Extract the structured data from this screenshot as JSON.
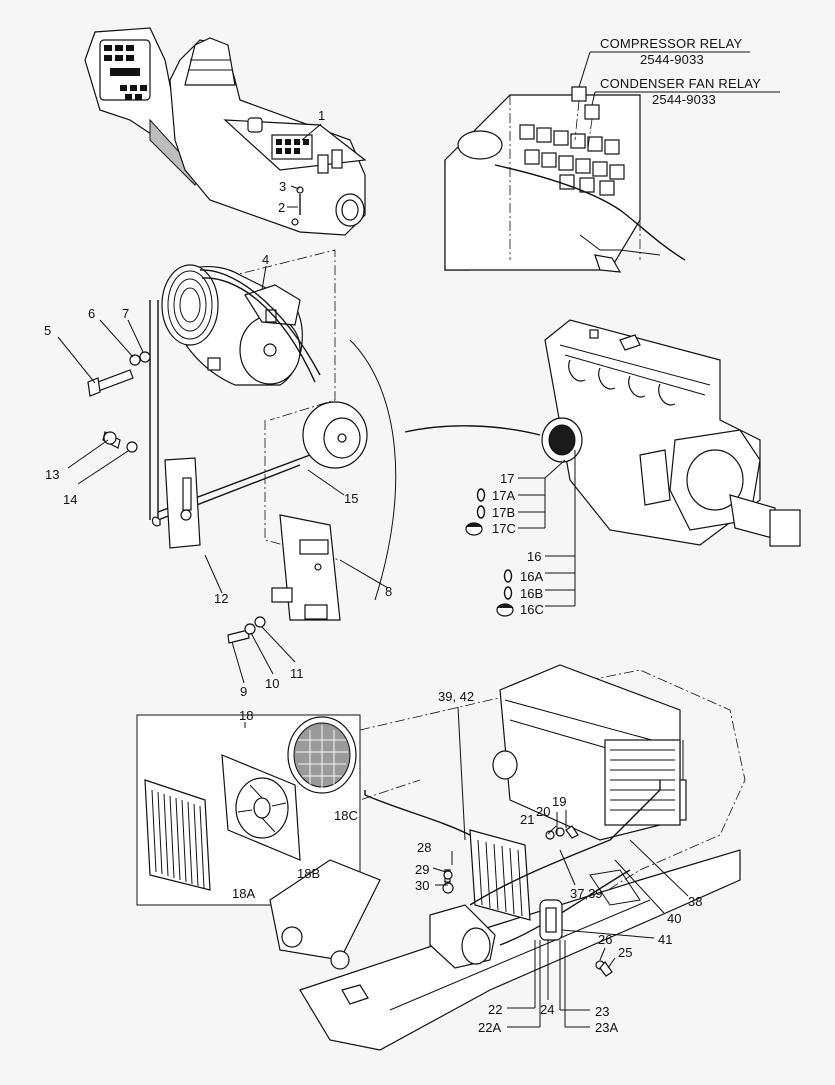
{
  "relays": {
    "compressor": {
      "name": "COMPRESSOR RELAY",
      "part_no": "2544-9033"
    },
    "condenser_fan": {
      "name": "CONDENSER FAN RELAY",
      "part_no": "2544-9033"
    }
  },
  "callouts": {
    "c1": "1",
    "c2": "2",
    "c3": "3",
    "c4": "4",
    "c5": "5",
    "c6": "6",
    "c7": "7",
    "c8": "8",
    "c9": "9",
    "c10": "10",
    "c11": "11",
    "c12": "12",
    "c13": "13",
    "c14": "14",
    "c15": "15",
    "c16": "16",
    "c16a": "16A",
    "c16b": "16B",
    "c16c": "16C",
    "c17": "17",
    "c17a": "17A",
    "c17b": "17B",
    "c17c": "17C",
    "c18": "18",
    "c18a": "18A",
    "c18b": "18B",
    "c18c": "18C",
    "c19": "19",
    "c20": "20",
    "c21": "21",
    "c22": "22",
    "c22a": "22A",
    "c23": "23",
    "c23a": "23A",
    "c24": "24",
    "c25": "25",
    "c26": "26",
    "c28": "28",
    "c29": "29",
    "c30": "30",
    "c37_39": "37,39",
    "c38": "38",
    "c39_42": "39, 42",
    "c40": "40",
    "c41": "41"
  }
}
